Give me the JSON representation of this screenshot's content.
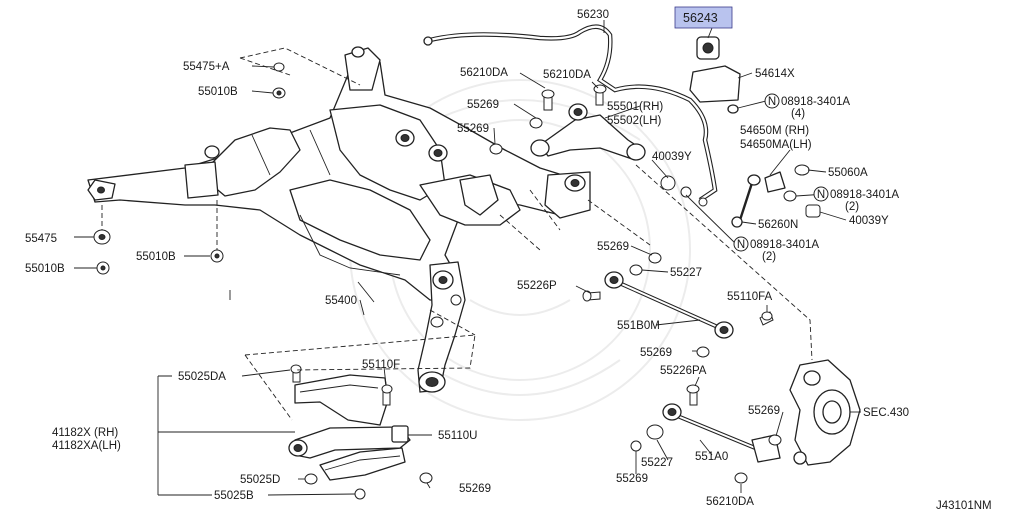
{
  "diagram_id": "J43101NM",
  "highlight_color": "#b9c3ee",
  "labels": {
    "p56230": "56230",
    "p56243": "56243",
    "p54614x": "54614X",
    "p08918_a": "08918-3401A",
    "qty_4": "(4)",
    "p55475a": "55475+A",
    "p55010b_1": "55010B",
    "p56210da_1": "56210DA",
    "p56210da_2": "56210DA",
    "p55269_1": "55269",
    "p55269_2": "55269",
    "p55501": "55501(RH)",
    "p55502": "55502(LH)",
    "p54650m": "54650M (RH)",
    "p54650ma": "54650MA(LH)",
    "p40039y_1": "40039Y",
    "p55060a": "55060A",
    "p08918_b": "08918-3401A",
    "qty_2a": "(2)",
    "p40039y_2": "40039Y",
    "p56260n": "56260N",
    "p08918_c": "08918-3401A",
    "qty_2b": "(2)",
    "p55475": "55475",
    "p55010b_2": "55010B",
    "p55010b_3": "55010B",
    "p55269_3": "55269",
    "p55227_1": "55227",
    "p55226p": "55226P",
    "p55110fa": "55110FA",
    "p551b0m": "551B0M",
    "p55400": "55400",
    "p55269_4": "55269",
    "p55025da": "55025DA",
    "p55110f": "55110F",
    "p55226pa": "55226PA",
    "p41182x": "41182X (RH)",
    "p41182xa": "41182XA(LH)",
    "p55110u": "55110U",
    "p55269_5": "55269",
    "psec430": "SEC.430",
    "p55227_2": "55227",
    "p551a0": "551A0",
    "p55025d": "55025D",
    "p55269_6": "55269",
    "p55269_7": "55269",
    "p55025b": "55025B",
    "p56210da_3": "56210DA",
    "n_mark": "N"
  }
}
